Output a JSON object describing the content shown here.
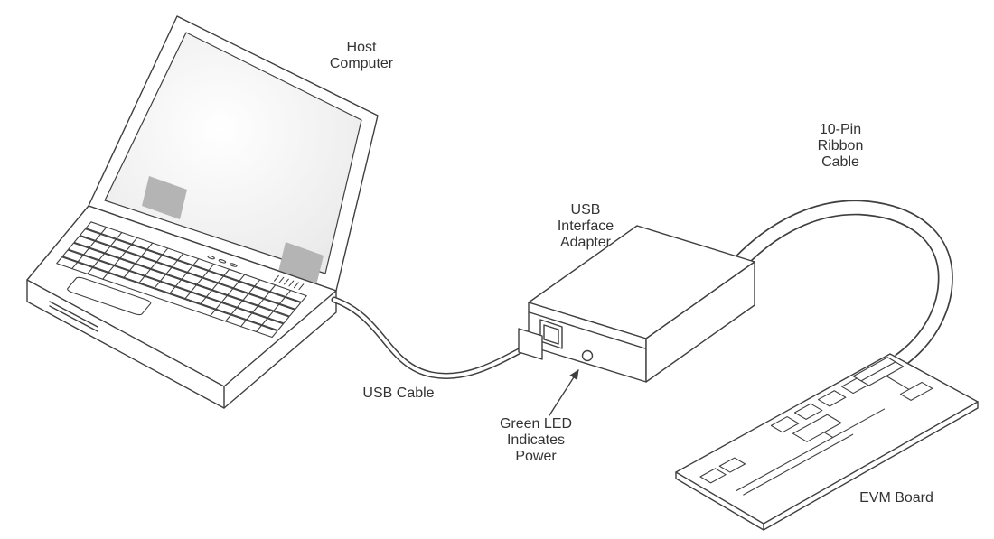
{
  "labels": {
    "host_computer": [
      "Host",
      "Computer"
    ],
    "ribbon_cable": [
      "10-Pin",
      "Ribbon",
      "Cable"
    ],
    "usb_interface_adapter": [
      "USB",
      "Interface",
      "Adapter"
    ],
    "usb_cable": "USB Cable",
    "green_led": [
      "Green LED",
      "Indicates",
      "Power"
    ],
    "evm_board": "EVM Board"
  },
  "colors": {
    "line": "#3f3f3f",
    "text": "#333333",
    "component_grey": "#b4b4b4",
    "background": "#ffffff"
  }
}
